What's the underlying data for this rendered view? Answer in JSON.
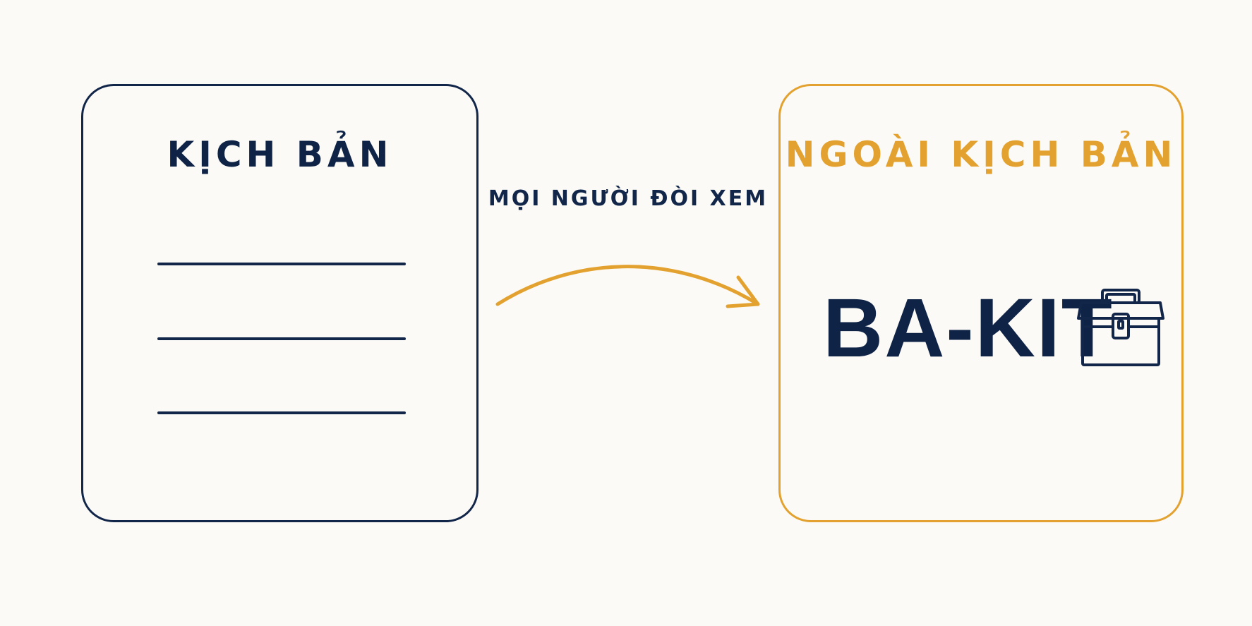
{
  "left_panel": {
    "title": "KỊCH BẢN"
  },
  "transition": {
    "caption": "MỌI NGƯỜI ĐÒI XEM"
  },
  "right_panel": {
    "title": "NGOÀI KỊCH BẢN",
    "brand": "BA-KIT",
    "icon": "toolbox-icon"
  },
  "colors": {
    "navy": "#12264a",
    "gold": "#e3a22f",
    "background": "#fbfaf6"
  }
}
